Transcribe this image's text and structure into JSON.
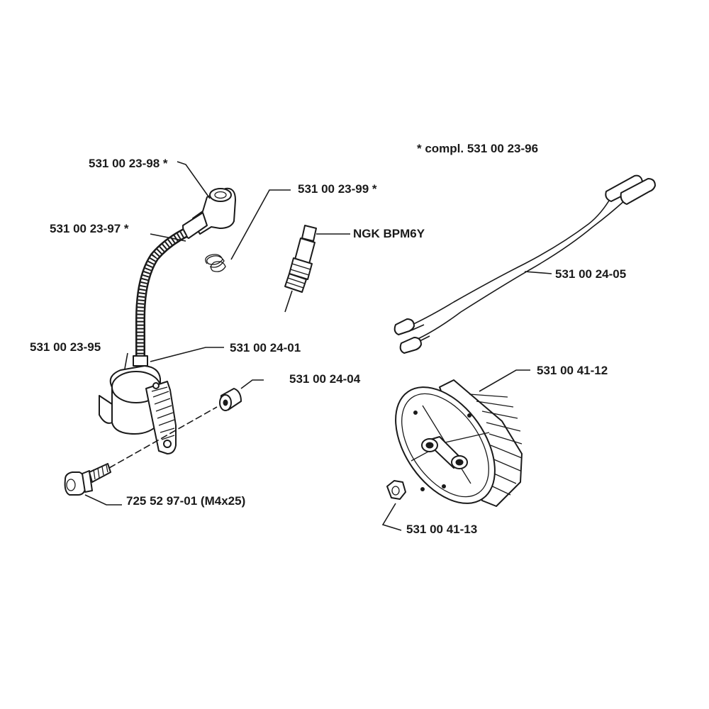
{
  "note": "* compl. 531 00 23-96",
  "labels": {
    "boot": "531 00 23-98 *",
    "spring": "531 00 23-99 *",
    "cable": "531 00 23-97 *",
    "plug": "NGK BPM6Y",
    "wire": "531 00 24-05",
    "coil": "531 00 23-95",
    "coil_cable": "531 00 24-01",
    "spacer": "531 00 24-04",
    "flywheel": "531 00 41-12",
    "screw": "725 52 97-01 (M4x25)",
    "nut": "531 00 41-13"
  }
}
